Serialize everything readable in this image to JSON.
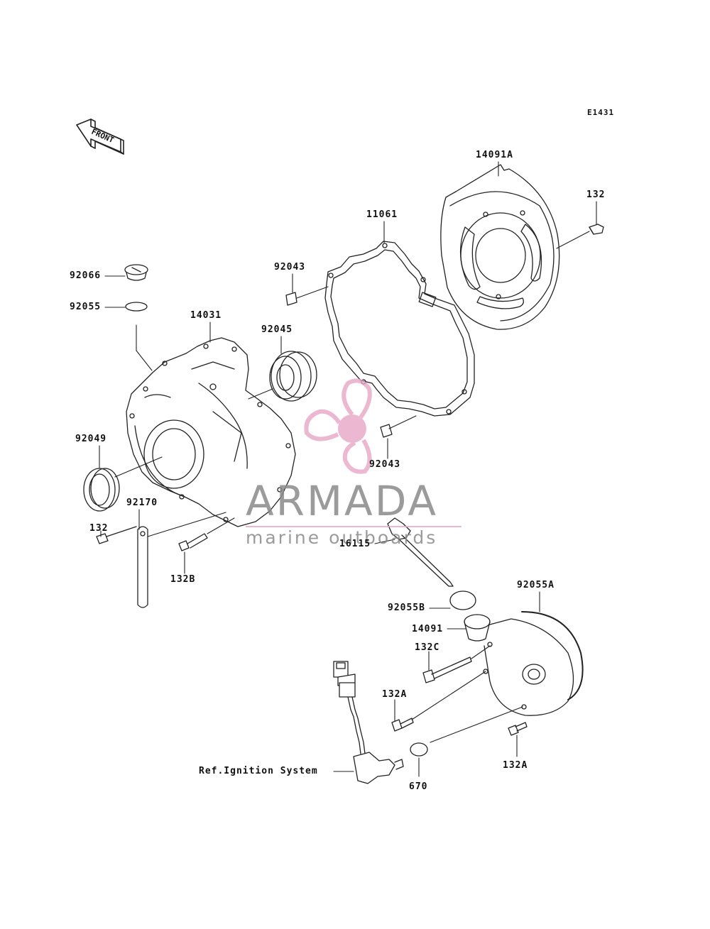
{
  "diagram_code": "E1431",
  "front_label": "FRONT",
  "labels": {
    "p14091A": "14091A",
    "p132_top": "132",
    "p11061": "11061",
    "p92043_top": "92043",
    "p92066": "92066",
    "p92055": "92055",
    "p14031": "14031",
    "p92045": "92045",
    "p92043_bottom": "92043",
    "p92049": "92049",
    "p92170": "92170",
    "p132_left": "132",
    "p132B": "132B",
    "p16115": "16115",
    "p92055A": "92055A",
    "p92055B": "92055B",
    "p14091": "14091",
    "p132C": "132C",
    "p132A_left": "132A",
    "p132A_right": "132A",
    "p670": "670",
    "ref_ignition": "Ref.Ignition System"
  },
  "watermark": {
    "brand": "ARMADA",
    "tagline": "marine outboards",
    "color_text": "#8a8a8a",
    "color_logo": "#e8a6c6"
  }
}
